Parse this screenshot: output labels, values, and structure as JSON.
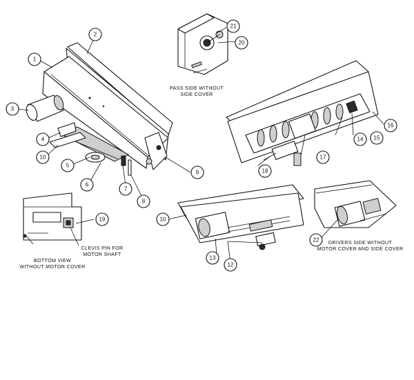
{
  "captions": {
    "pass_side": [
      "PASS SIDE WITHOUT",
      "SIDE COVER"
    ],
    "bottom_view": [
      "BOTTOM VIEW",
      "WITHOUT MOTOR COVER"
    ],
    "clevis_pin": [
      "CLEVIS PIN FOR",
      "MOTOR SHAFT"
    ],
    "drivers_side": [
      "DRIVERS SIDE WITHOUT",
      "MOTOR COVER AND SIDE COVER"
    ]
  },
  "callouts": [
    {
      "id": "c1",
      "label": "1"
    },
    {
      "id": "c2",
      "label": "2"
    },
    {
      "id": "c3",
      "label": "3"
    },
    {
      "id": "c4",
      "label": "4"
    },
    {
      "id": "c5",
      "label": "5"
    },
    {
      "id": "c6",
      "label": "6"
    },
    {
      "id": "c7",
      "label": "7"
    },
    {
      "id": "c8",
      "label": "8"
    },
    {
      "id": "c9",
      "label": "9"
    },
    {
      "id": "c10a",
      "label": "10"
    },
    {
      "id": "c10b",
      "label": "10"
    },
    {
      "id": "c12",
      "label": "12"
    },
    {
      "id": "c13",
      "label": "13"
    },
    {
      "id": "c14",
      "label": "14"
    },
    {
      "id": "c15",
      "label": "15"
    },
    {
      "id": "c16",
      "label": "16"
    },
    {
      "id": "c17",
      "label": "17"
    },
    {
      "id": "c18",
      "label": "18"
    },
    {
      "id": "c19",
      "label": "19"
    },
    {
      "id": "c20",
      "label": "20"
    },
    {
      "id": "c21",
      "label": "21"
    },
    {
      "id": "c22",
      "label": "22"
    }
  ]
}
